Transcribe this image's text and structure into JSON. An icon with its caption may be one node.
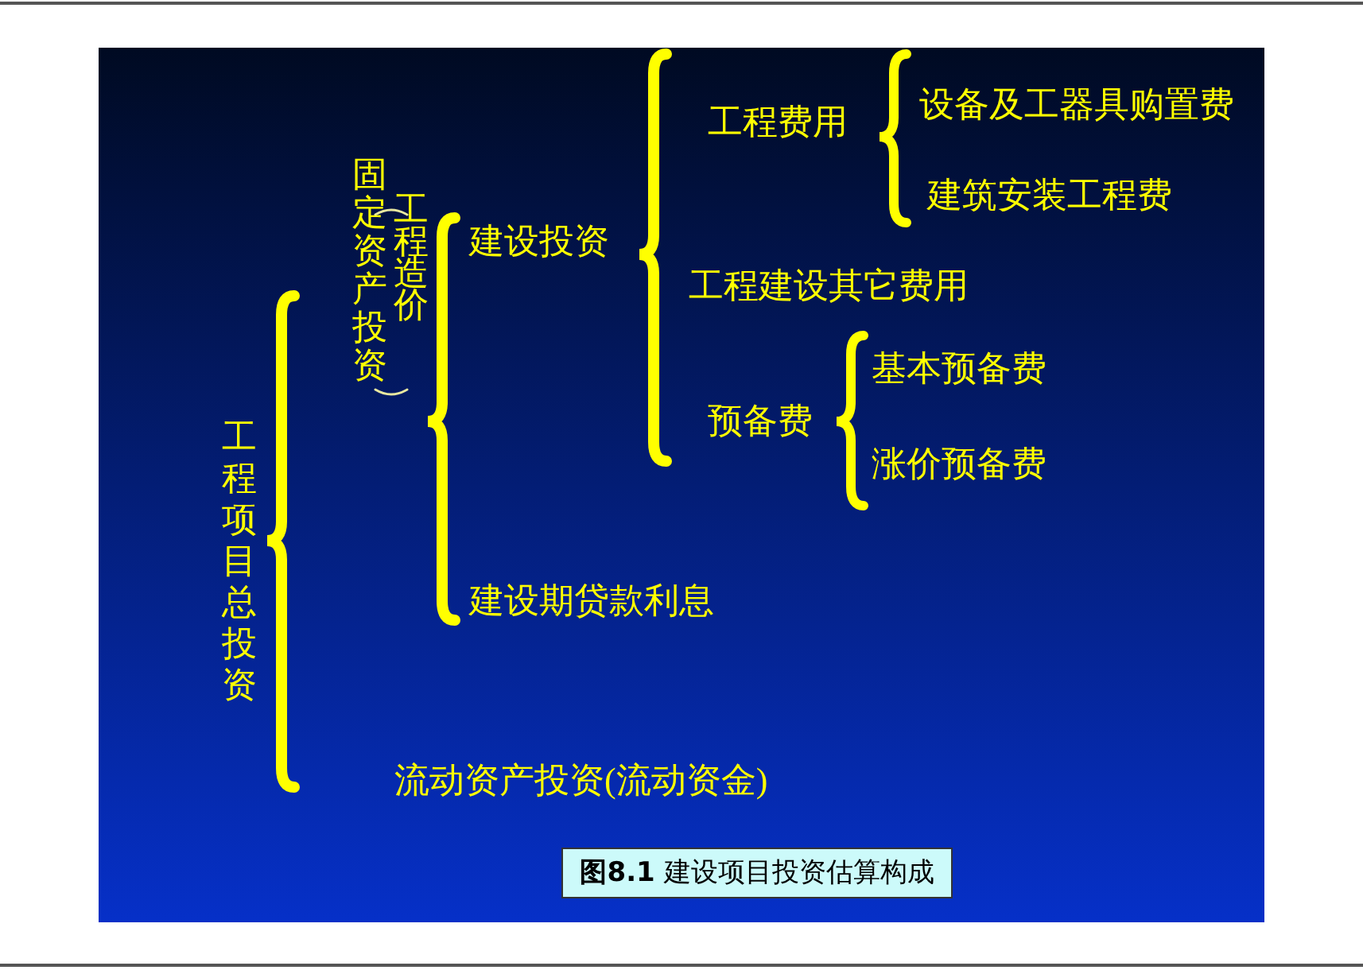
{
  "diagram": {
    "caption": "**图8.1** 建设项目投资估算构成",
    "nodes": [
      {
        "text": [
          "工程项目总投资"
        ]
      },
      {
        "text": [
          "固定资产投资"
        ]
      },
      {
        "text": [
          "工程造价"
        ]
      },
      {
        "text": [
          "建设投资"
        ]
      },
      {
        "text": [
          "建设期贷款利息"
        ]
      },
      {
        "text": [
          "流动资产投资(流动资金)"
        ]
      },
      {
        "text": [
          "工程费用"
        ]
      },
      {
        "text": [
          "工程建设其它费用"
        ]
      },
      {
        "text": [
          "预备费"
        ]
      },
      {
        "text": [
          "设备及工器具购置费"
        ]
      },
      {
        "text": [
          "建筑安装工程费"
        ]
      },
      {
        "text": [
          "基本预备费"
        ]
      },
      {
        "text": [
          "涨价预备费"
        ]
      }
    ]
  }
}
